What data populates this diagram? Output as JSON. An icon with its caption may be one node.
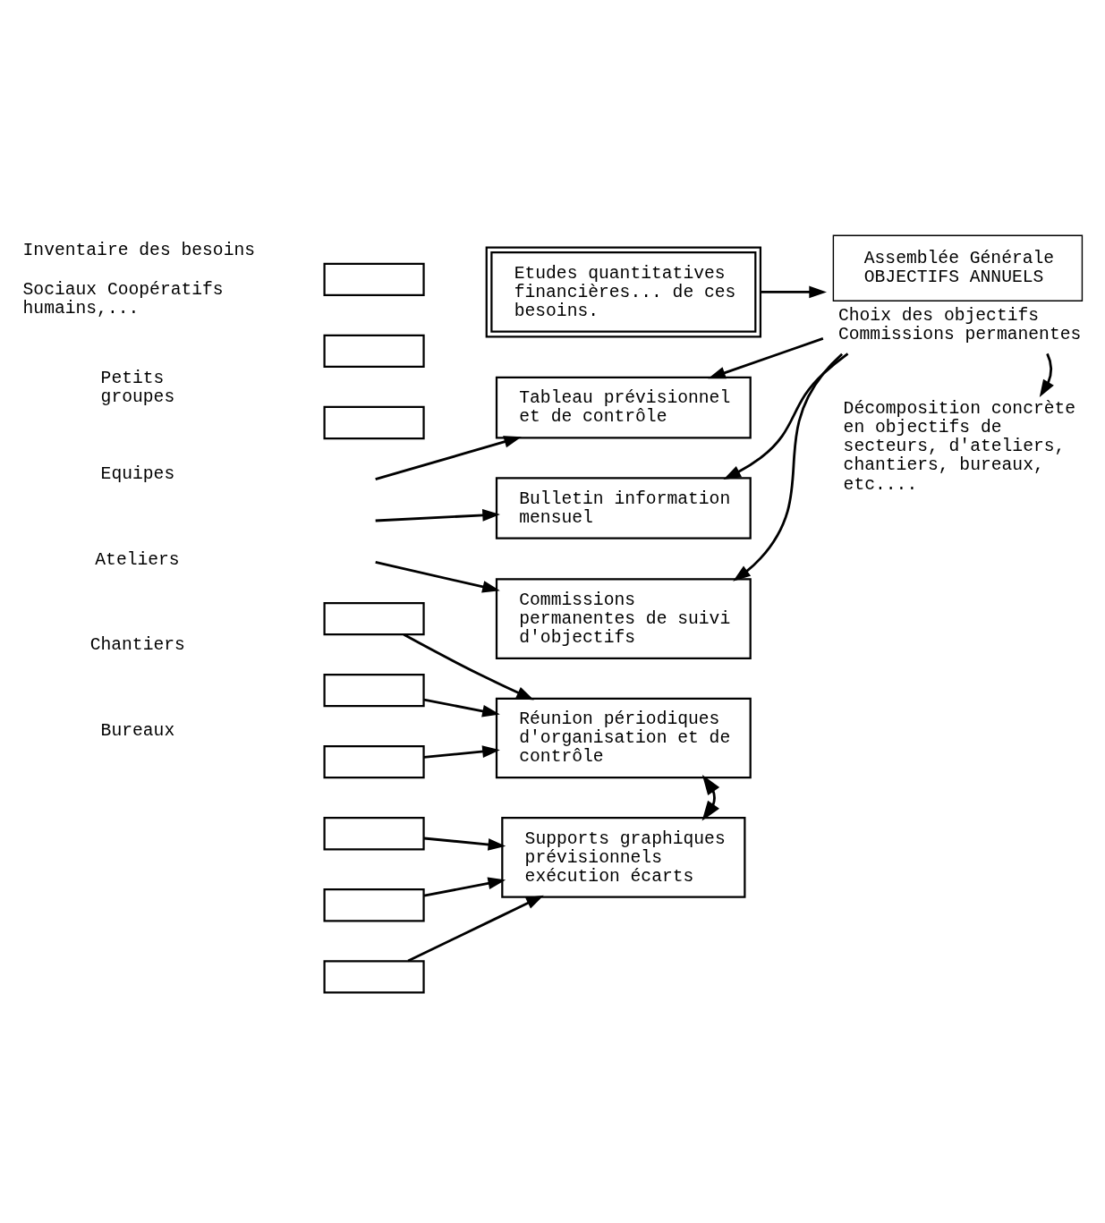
{
  "diagram": {
    "nodes": [
      {
        "text": [
          "Inventaire des besoins",
          "Sociaux Coopératifs humains,..."
        ]
      },
      {
        "text": [],
        "shape": "box"
      },
      {
        "text": [],
        "shape": "box"
      },
      {
        "text": [],
        "shape": "box"
      },
      {
        "text": [
          "Etudes quantitatives financières... de ces besoins."
        ]
      },
      {
        "text": [
          "Assemblée Générale OBJECTIFS ANNUELS"
        ],
        "beside": [
          "Choix des objectifs Commissions permanentes"
        ]
      },
      {
        "text": [
          "Tableau prévisionnel et de contrôle"
        ]
      },
      {
        "text": [
          "Bulletin information mensuel"
        ]
      },
      {
        "text": [
          "Commissions permanentes de suivi d'objectifs"
        ]
      },
      {
        "text": [
          "Décomposition concrète en objectifs de secteurs, d'ateliers, chantiers, bureaux, etc...."
        ]
      },
      {
        "text": [
          "Réunion périodiques d'organisation et de contrôle"
        ]
      },
      {
        "text": [
          "Supports graphiques prévisionnels exécution écarts"
        ]
      },
      {
        "text": [],
        "shape": "box"
      },
      {
        "text": [],
        "shape": "box"
      },
      {
        "text": [],
        "shape": "box"
      },
      {
        "text": [],
        "shape": "box"
      },
      {
        "text": [],
        "shape": "box"
      },
      {
        "text": [],
        "shape": "box"
      }
    ],
    "edges": [
      {
        "from": 4,
        "to": 5,
        "arrow": "to"
      },
      {
        "from": 5,
        "to": 6,
        "arrow": "to"
      },
      {
        "from": 5,
        "to": 7,
        "arrow": "to"
      },
      {
        "from": 5,
        "to": 8,
        "arrow": "to"
      },
      {
        "from": 5,
        "to": 9,
        "arrow": "to"
      },
      {
        "from": null,
        "to": 6,
        "arrow": "to"
      },
      {
        "from": null,
        "to": 7,
        "arrow": "to"
      },
      {
        "from": null,
        "to": 8,
        "arrow": "to"
      },
      {
        "from": 12,
        "to": 10,
        "arrow": "to"
      },
      {
        "from": 13,
        "to": 10,
        "arrow": "to"
      },
      {
        "from": 14,
        "to": 10,
        "arrow": "to"
      },
      {
        "from": 15,
        "to": 11,
        "arrow": "to"
      },
      {
        "from": 16,
        "to": 11,
        "arrow": "to"
      },
      {
        "from": 17,
        "to": 11,
        "arrow": "to"
      },
      {
        "from": 10,
        "to": 11,
        "arrow": "both"
      }
    ],
    "labels": [
      "Petits groupes",
      "Equipes",
      "Ateliers",
      "Chantiers",
      "Bureaux"
    ]
  }
}
